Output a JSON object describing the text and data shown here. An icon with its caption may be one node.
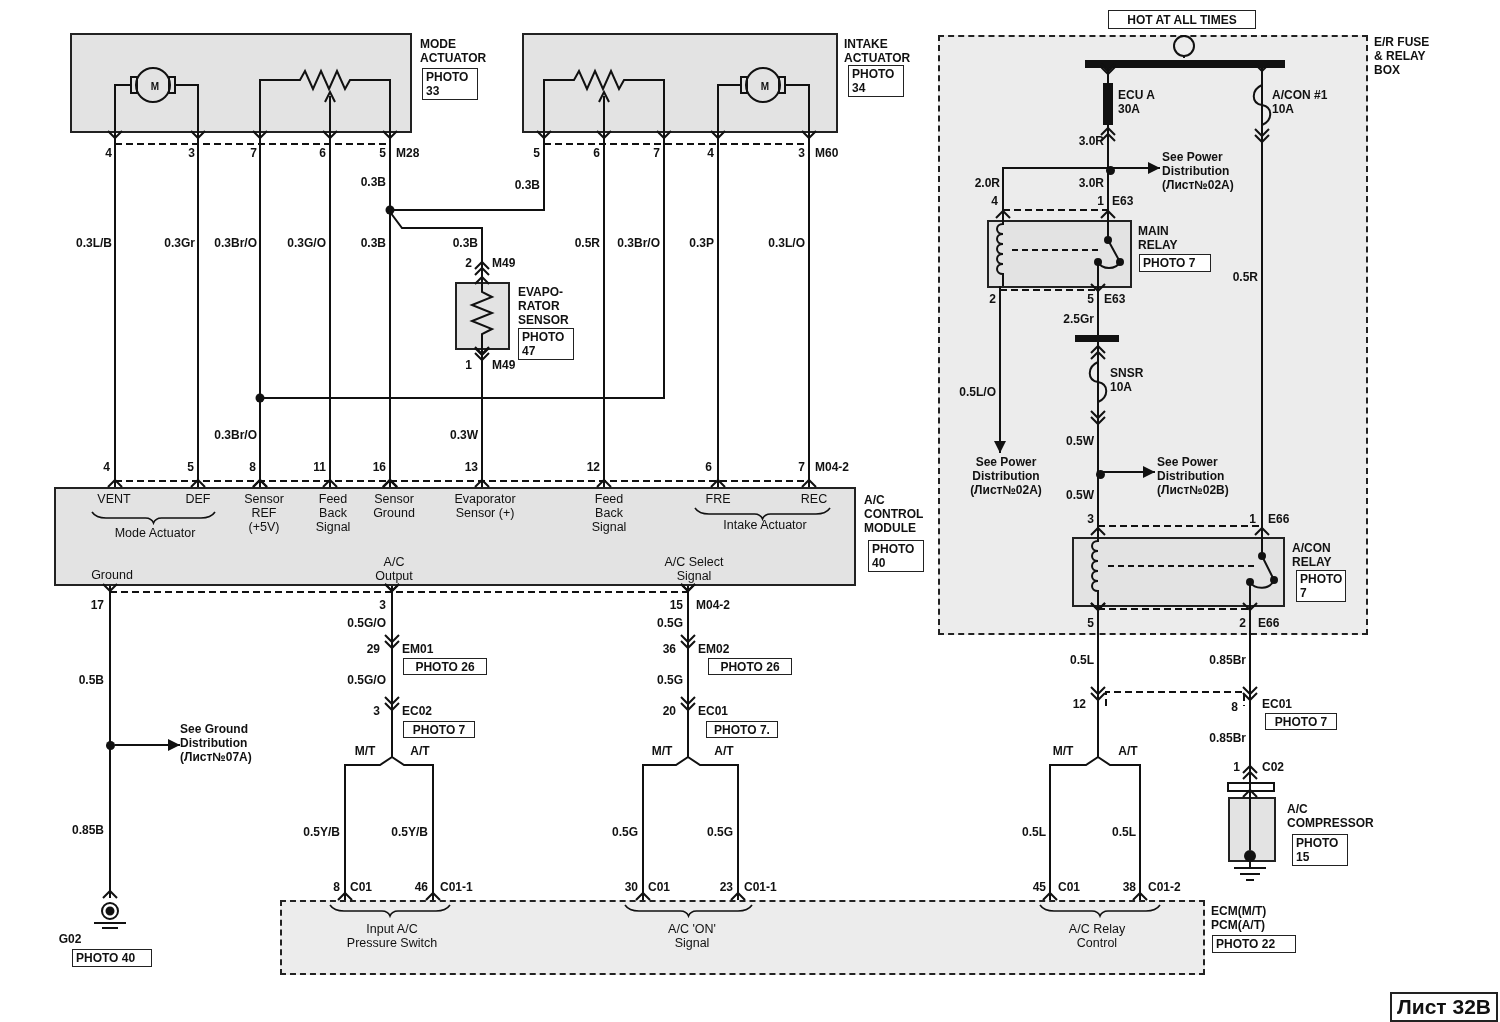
{
  "diagram": {
    "nodes": [
      {
        "text": [
          "M",
          "MODE ACTUATOR",
          "PHOTO 33"
        ]
      },
      {
        "text": [
          "M",
          "INTAKE ACTUATOR",
          "PHOTO 34"
        ]
      },
      {
        "text": [
          "EVAPO- RATOR SENSOR",
          "PHOTO 47"
        ]
      },
      {
        "text": [
          "A/C CONTROL MODULE",
          "PHOTO 40",
          "VENT",
          "DEF",
          "Sensor REF (+5V)",
          "Feed Back Signal",
          "Sensor Ground",
          "Evaporator Sensor (+)",
          "Feed Back Signal",
          "FRE",
          "REC",
          "Mode Actuator",
          "Intake Actuator",
          "Ground",
          "A/C Output",
          "A/C Select Signal"
        ]
      },
      {
        "text": [
          "HOT AT ALL TIMES"
        ]
      },
      {
        "text": [
          "E/R FUSE & RELAY BOX"
        ]
      },
      {
        "text": [],
        "shape": "bar",
        "in": 5
      },
      {
        "text": [
          "MAIN RELAY",
          "PHOTO 7"
        ],
        "in": 5
      },
      {
        "text": [
          "See Power Distribution (Лист№02A)"
        ],
        "in": 5
      },
      {
        "text": [
          "See Power Distribution (Лист№02A)"
        ],
        "in": 5
      },
      {
        "text": [
          "See Power Distribution (Лист№02B)"
        ],
        "in": 5
      },
      {
        "text": [
          "A/CON RELAY",
          "PHOTO 7"
        ],
        "in": 5
      },
      {
        "text": [
          "Input A/C Pressure Switch",
          "A/C 'ON' Signal",
          "A/C Relay Control",
          "ECM(M/T) PCM(A/T)",
          "PHOTO 22"
        ]
      },
      {
        "text": [
          "A/C COMPRESSOR",
          "PHOTO 15"
        ]
      },
      {
        "text": [
          "G02",
          "PHOTO 40"
        ]
      },
      {
        "text": [
          "See Ground Distribution (Лист№07A)"
        ]
      },
      {
        "text": [
          "PHOTO 26"
        ]
      },
      {
        "text": [
          "PHOTO 7"
        ]
      },
      {
        "text": [
          "PHOTO 26"
        ]
      },
      {
        "text": [
          "PHOTO 7."
        ]
      },
      {
        "text": [
          "PHOTO 7"
        ]
      },
      {
        "text": [
          "Лист 32B"
        ]
      },
      {
        "text": [],
        "shape": "circle",
        "in": 5
      },
      {
        "text": [],
        "shape": "circle",
        "in": 5
      },
      {
        "text": [],
        "shape": "circle"
      }
    ],
    "edges": [
      {
        "from": 0,
        "to": 3,
        "arrow": "other"
      },
      {
        "from": 0,
        "to": 3,
        "arrow": "other"
      },
      {
        "from": 0,
        "to": 3,
        "arrow": "other"
      },
      {
        "from": 0,
        "to": 3,
        "arrow": "other"
      },
      {
        "from": 0,
        "to": 3,
        "arrow": "other"
      },
      {
        "from": 1,
        "to": 3,
        "arrow": "other"
      },
      {
        "from": 1,
        "to": 3,
        "arrow": "other"
      },
      {
        "from": 1,
        "to": 3,
        "arrow": "other"
      },
      {
        "from": 1,
        "to": 3,
        "arrow": "other"
      },
      {
        "from": 1,
        "to": 3,
        "arrow": "other"
      },
      {
        "from": 2,
        "to": 3,
        "arrow": "other"
      },
      {
        "from": 2,
        "to": 3,
        "arrow": "other"
      },
      {
        "from": 6,
        "to": 7,
        "arrow": "other"
      },
      {
        "from": 6,
        "to": 7,
        "arrow": "other"
      },
      {
        "from": 22,
        "to": 8,
        "arrow": "to"
      },
      {
        "from": 7,
        "to": 9,
        "arrow": "to"
      },
      {
        "from": 7,
        "to": 11,
        "arrow": "other"
      },
      {
        "from": 23,
        "to": 10,
        "arrow": "to"
      },
      {
        "from": 6,
        "to": 11,
        "arrow": "other"
      },
      {
        "from": 11,
        "to": 12,
        "arrow": "other"
      },
      {
        "from": 11,
        "to": 12,
        "arrow": "other"
      },
      {
        "from": 11,
        "to": 13,
        "arrow": "other"
      },
      {
        "from": 3,
        "to": 14,
        "arrow": "other"
      },
      {
        "from": 24,
        "to": 15,
        "arrow": "to"
      },
      {
        "from": 3,
        "to": 12,
        "arrow": "other"
      },
      {
        "from": 3,
        "to": 12,
        "arrow": "other"
      },
      {
        "from": 3,
        "to": 12,
        "arrow": "other"
      },
      {
        "from": 3,
        "to": 12,
        "arrow": "other"
      }
    ],
    "labels": [
      "4",
      "3",
      "7",
      "6",
      "5",
      "M28",
      "0.3B",
      "0.3L/B",
      "0.3Gr",
      "0.3Br/O",
      "0.3G/O",
      "0.3B",
      "5",
      "6",
      "7",
      "4",
      "3",
      "M60",
      "0.3B",
      "0.3B",
      "0.5R",
      "0.3Br/O",
      "0.3P",
      "0.3L/O",
      "2",
      "M49",
      "1",
      "M49",
      "0.3Br/O",
      "0.3W",
      "4",
      "5",
      "8",
      "11",
      "16",
      "13",
      "12",
      "6",
      "7",
      "M04-2",
      "17",
      "3",
      "15",
      "M04-2",
      "0.5B",
      "0.85B",
      "0.5G/O",
      "29",
      "EM01",
      "0.5G/O",
      "3",
      "EC02",
      "M/T",
      "A/T",
      "0.5Y/B",
      "0.5Y/B",
      "8",
      "C01",
      "46",
      "C01-1",
      "0.5G",
      "36",
      "EM02",
      "0.5G",
      "20",
      "EC01",
      "M/T",
      "A/T",
      "0.5G",
      "0.5G",
      "30",
      "C01",
      "23",
      "C01-1",
      "ECU A 30A",
      "A/CON #1 10A",
      "3.0R",
      "2.0R",
      "3.0R",
      "4",
      "1",
      "E63",
      "0.5R",
      "2",
      "5",
      "E63",
      "2.5Gr",
      "SNSR 10A",
      "0.5L/O",
      "0.5W",
      "0.5W",
      "3",
      "1",
      "E66",
      "5",
      "2",
      "E66",
      "0.5L",
      "0.85Br",
      "12",
      "8",
      "EC01",
      "0.85Br",
      "1",
      "C02",
      "M/T",
      "A/T",
      "0.5L",
      "0.5L",
      "45",
      "C01",
      "38",
      "C01-2"
    ]
  }
}
